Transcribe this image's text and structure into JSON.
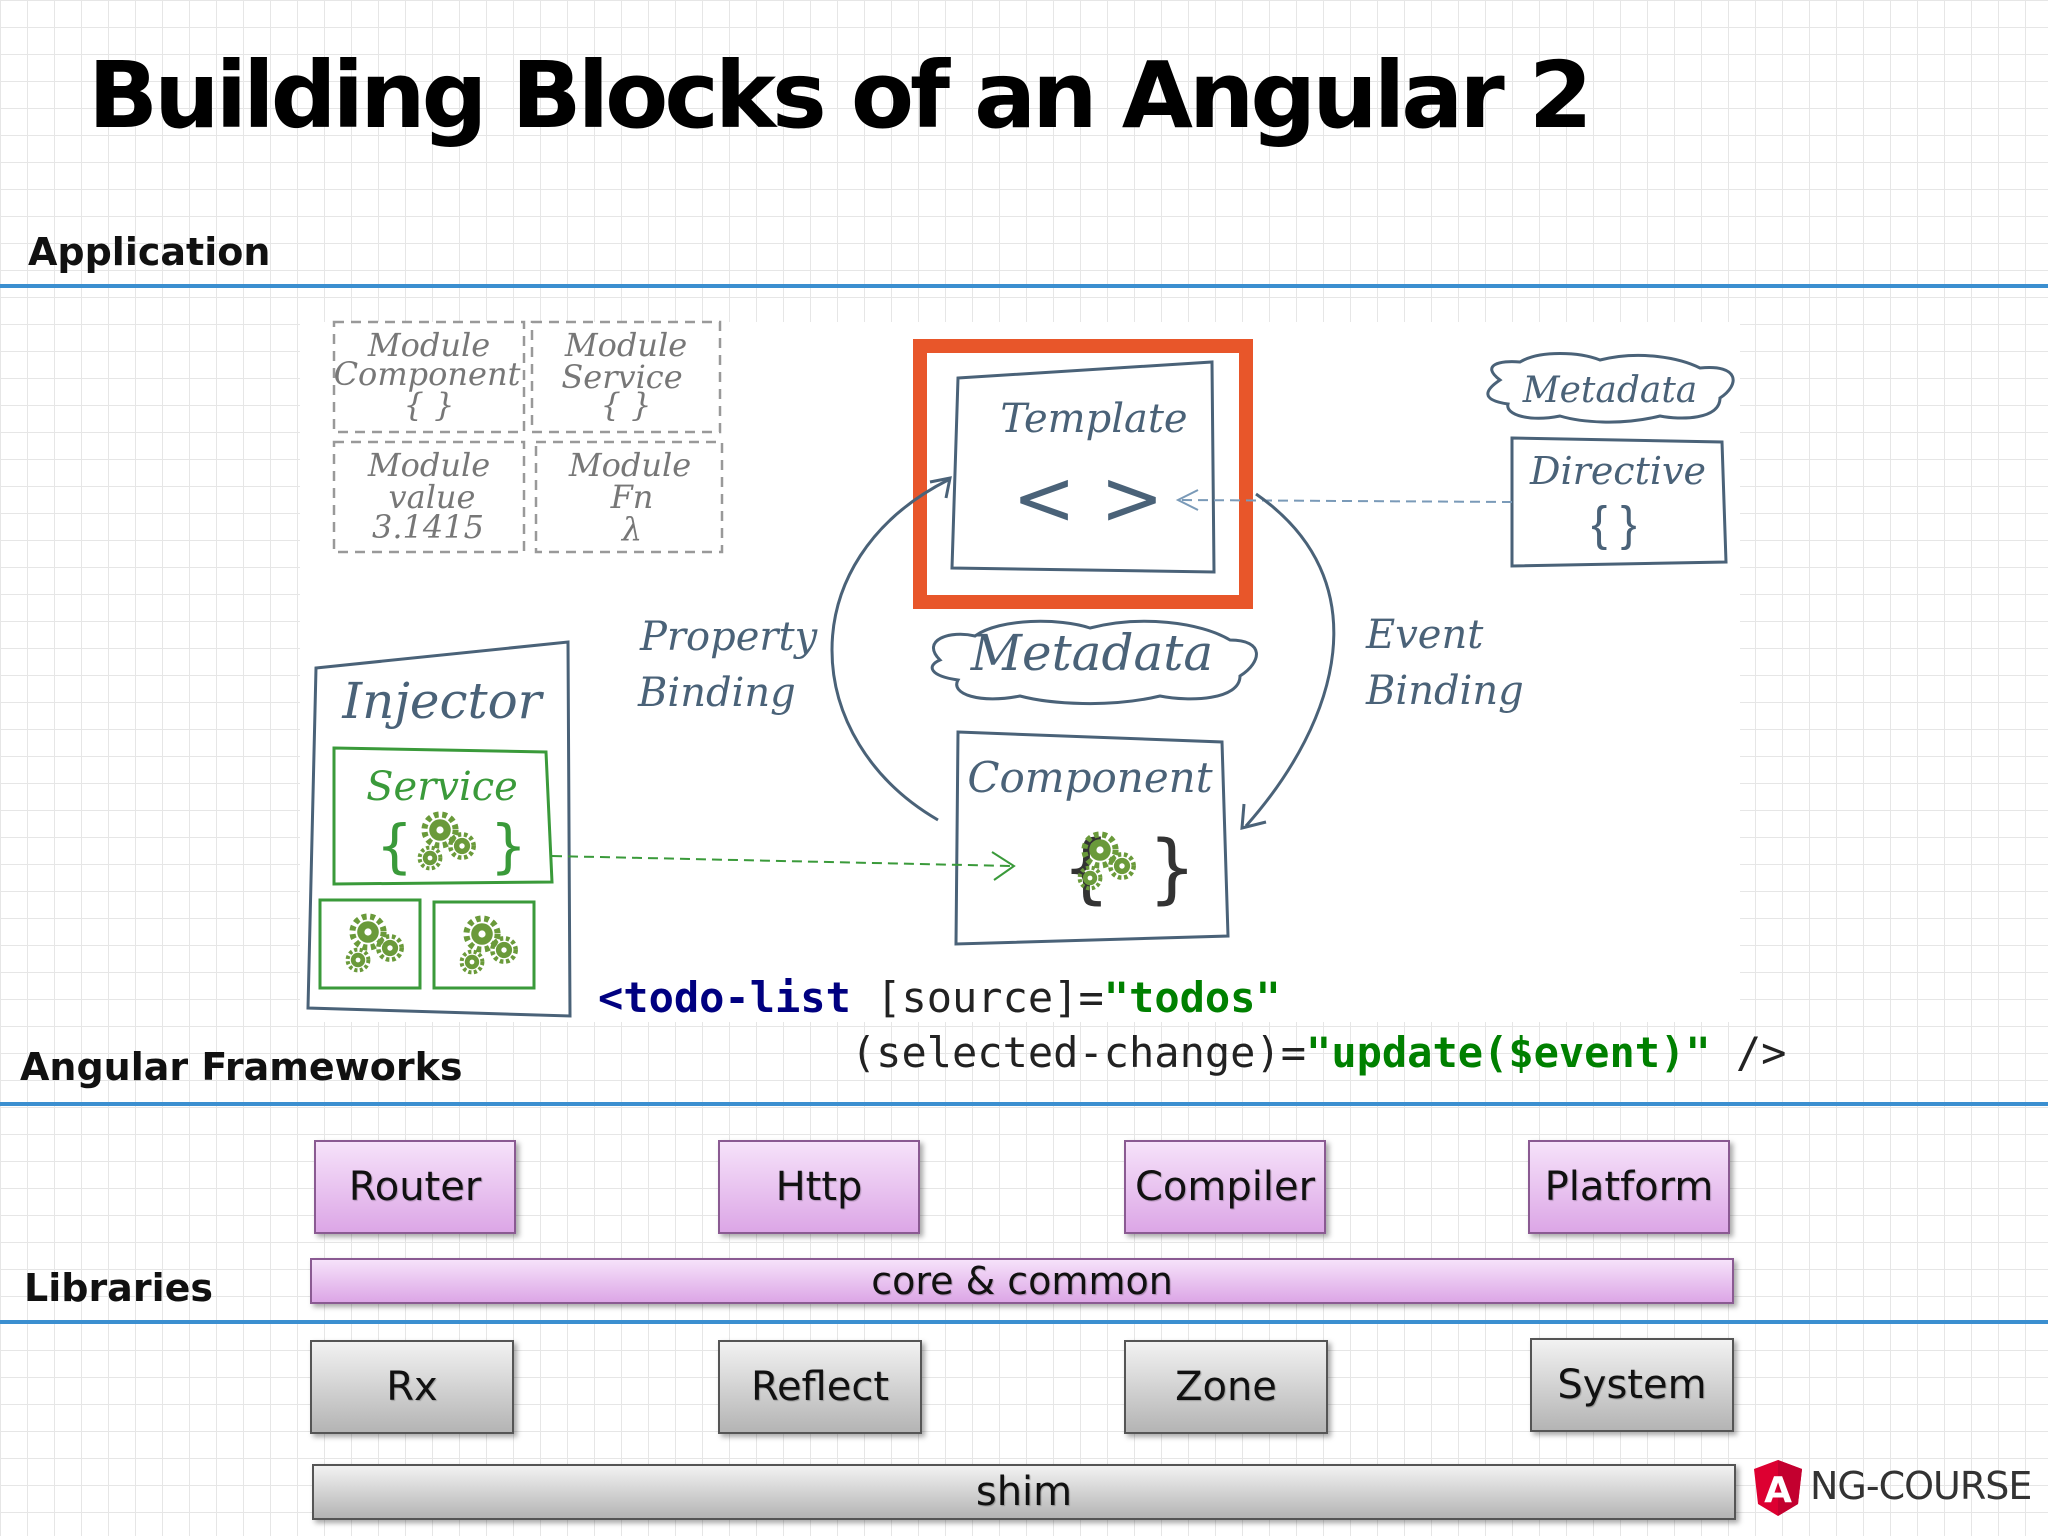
{
  "title": "Building Blocks of an Angular 2",
  "sections": {
    "application": "Application",
    "frameworks": "Angular Frameworks",
    "libraries": "Libraries"
  },
  "diagram": {
    "modules": [
      {
        "title": "Module",
        "sub": "Component",
        "glyph": "{ }"
      },
      {
        "title": "Module",
        "sub": "Service",
        "glyph": "{ }"
      },
      {
        "title": "Module",
        "sub": "value",
        "glyph": "3.1415"
      },
      {
        "title": "Module",
        "sub": "Fn",
        "glyph": "λ"
      }
    ],
    "template": {
      "label": "Template",
      "glyph": "< >"
    },
    "metadata_top": "Metadata",
    "directive": {
      "label": "Directive",
      "glyph": "{ }"
    },
    "property_binding": [
      "Property",
      "Binding"
    ],
    "event_binding": [
      "Event",
      "Binding"
    ],
    "metadata_center": "Metadata",
    "component": {
      "label": "Component"
    },
    "injector": {
      "label": "Injector",
      "service": "Service"
    }
  },
  "code": {
    "line1": {
      "tag": "<todo-list",
      "attr": " [source]=",
      "value": "\"todos\""
    },
    "line2": {
      "attr": "(selected-change)=",
      "value": "\"update($event)\"",
      "end": " />"
    }
  },
  "frameworks": [
    "Router",
    "Http",
    "Compiler",
    "Platform"
  ],
  "core": "core & common",
  "libraries": [
    "Rx",
    "Reflect",
    "Zone",
    "System"
  ],
  "shim": "shim",
  "logo": {
    "letter": "A",
    "text": "NG-COURSE"
  },
  "colors": {
    "highlight": "#e8562a",
    "accent_line": "#3b8fd0",
    "sketch": "#4a6278",
    "service": "#3a9a3a",
    "gear": "#6a9a3a"
  }
}
